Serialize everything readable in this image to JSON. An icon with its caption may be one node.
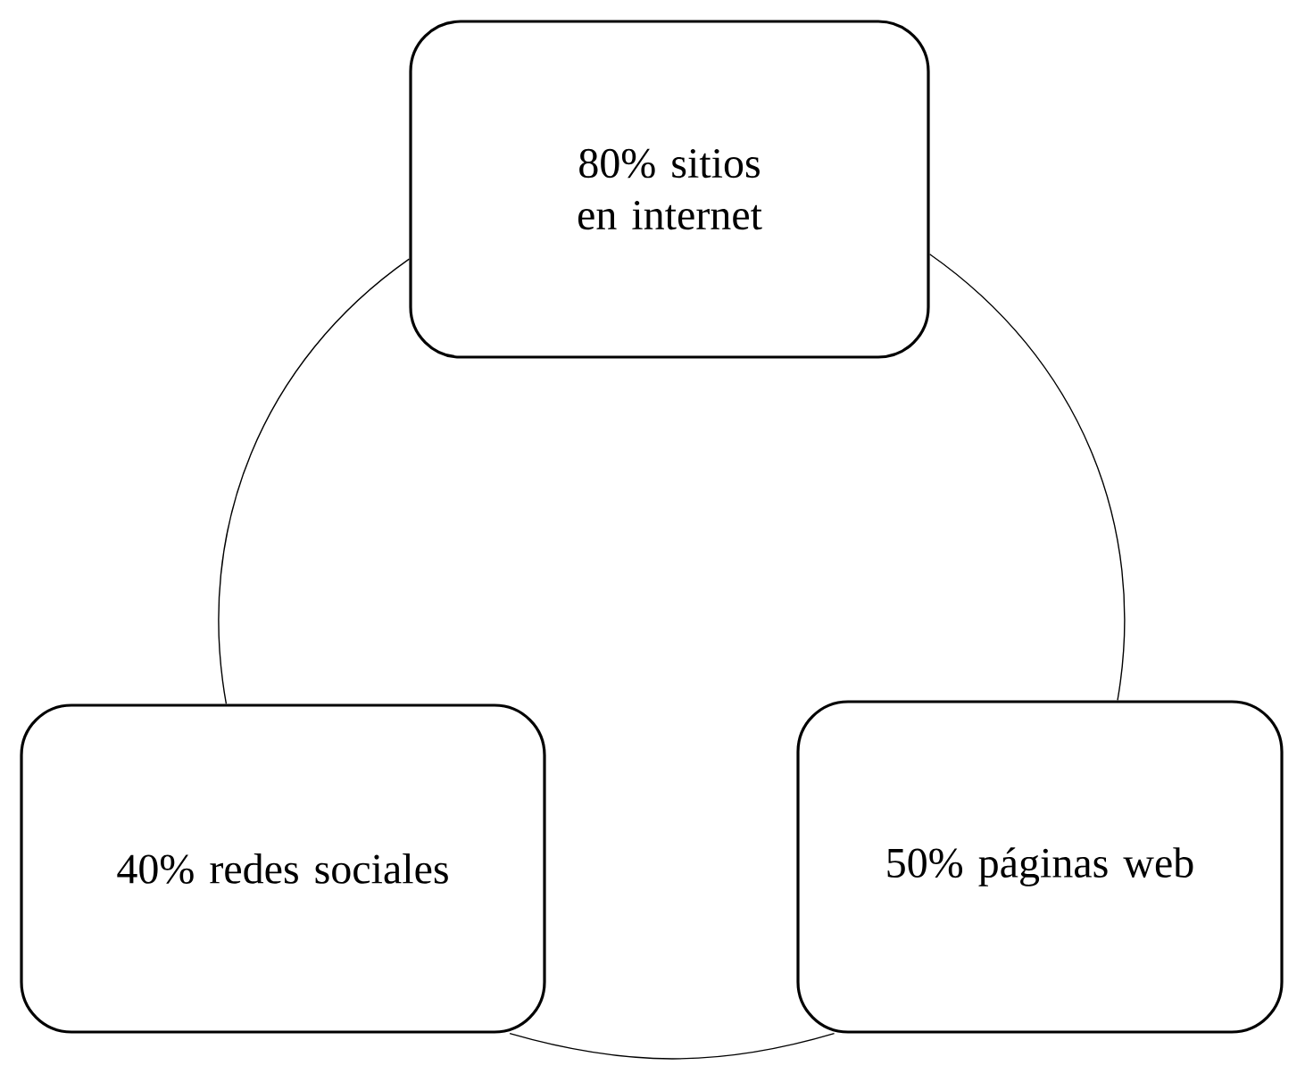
{
  "diagram": {
    "nodes": [
      {
        "text": [
          "80% sitios en internet"
        ]
      },
      {
        "text": [
          "40% redes sociales"
        ]
      },
      {
        "text": [
          "50% páginas web"
        ]
      }
    ],
    "edges": [
      {
        "from": 0,
        "to": 2,
        "arrow": "none"
      },
      {
        "from": 2,
        "to": 1,
        "arrow": "none"
      },
      {
        "from": 1,
        "to": 0,
        "arrow": "none"
      }
    ]
  }
}
